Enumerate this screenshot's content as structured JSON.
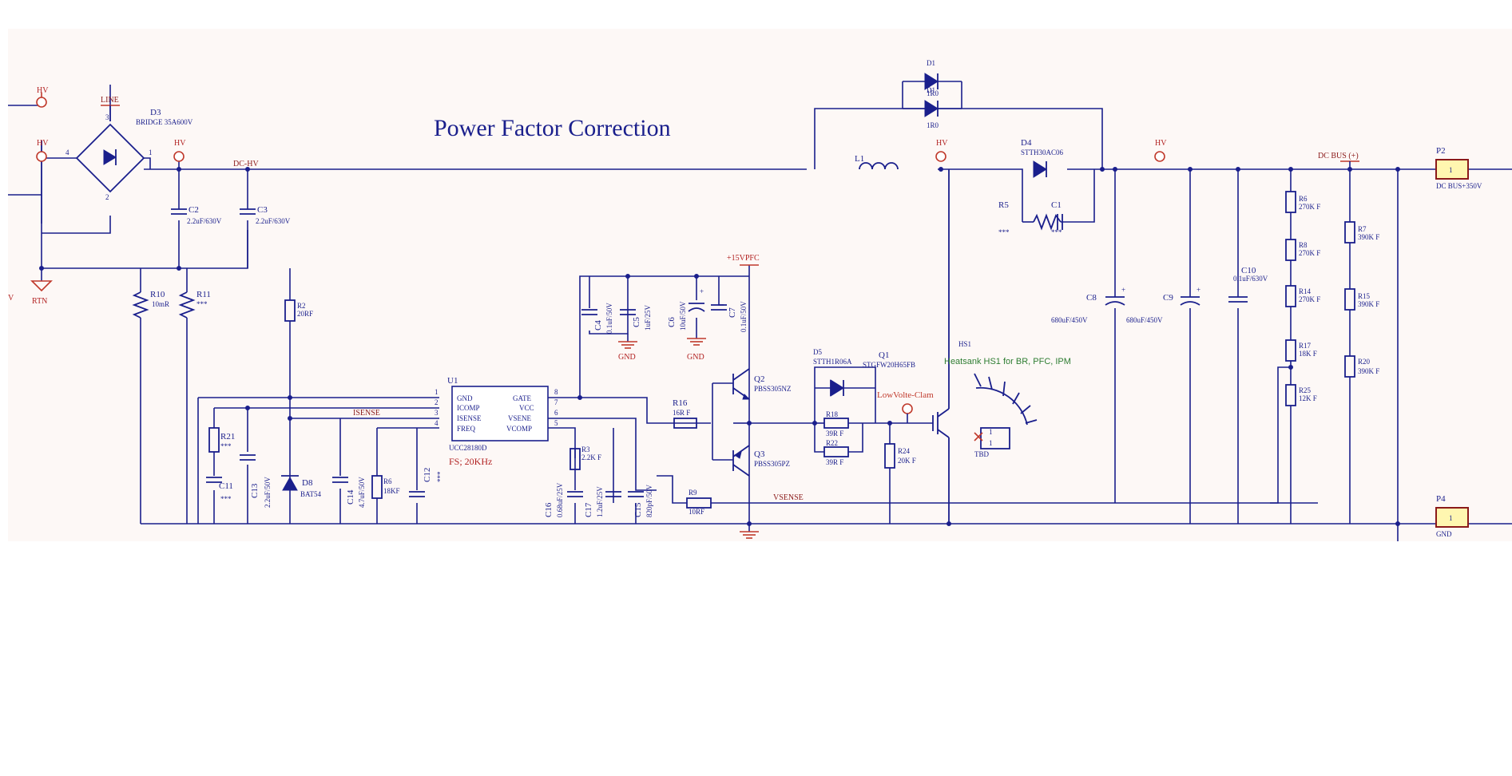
{
  "title": "Power  Factor Correction",
  "nets": {
    "hv": "HV",
    "line": "LINE",
    "rtn": "RTN",
    "dc_hv": "DC-HV",
    "dcbus": "DC BUS (+)",
    "gnd": "GND",
    "p15": "+15VPFC",
    "isense": "ISENSE",
    "vsense": "VSENSE",
    "v_partial": "V"
  },
  "components": {
    "d3": {
      "ref": "D3",
      "value": "BRIDGE 35A600V"
    },
    "c2": {
      "ref": "C2",
      "value": "2.2uF/630V"
    },
    "c3": {
      "ref": "C3",
      "value": "2.2uF/630V"
    },
    "r10": {
      "ref": "R10",
      "value": "10mR"
    },
    "r11": {
      "ref": "R11",
      "value": "***"
    },
    "r2": {
      "ref": "R2",
      "value": "20RF"
    },
    "u1": {
      "ref": "U1",
      "part": "UCC28180D",
      "note": "FS; 20KHz",
      "pins_left": [
        "GND",
        "ICOMP",
        "ISENSE",
        "FREQ"
      ],
      "pins_right": [
        "GATE",
        "VCC",
        "VSENE",
        "VCOMP"
      ],
      "nums_left": [
        "1",
        "2",
        "3",
        "4"
      ],
      "nums_right": [
        "8",
        "7",
        "6",
        "5"
      ]
    },
    "r21": {
      "ref": "R21",
      "value": "***"
    },
    "c11": {
      "ref": "C11",
      "value": "***"
    },
    "c13": {
      "ref": "C13",
      "value": "2.2uF/50V"
    },
    "d8": {
      "ref": "D8",
      "value": "BAT54"
    },
    "c14": {
      "ref": "C14",
      "value": "4.7uF/50V"
    },
    "r6s": {
      "ref": "R6",
      "value": "18KF"
    },
    "c12": {
      "ref": "C12",
      "value": "***"
    },
    "c4": {
      "ref": "C4",
      "value": "0.1uF/50V"
    },
    "c5": {
      "ref": "C5",
      "value": "1uF/25V"
    },
    "c6": {
      "ref": "C6",
      "value": "10uF/50V"
    },
    "c7": {
      "ref": "C7",
      "value": "0.1uF/50V"
    },
    "r3": {
      "ref": "R3",
      "value": "2.2K F"
    },
    "c16": {
      "ref": "C16",
      "value": "0.68uF/25V"
    },
    "c17": {
      "ref": "C17",
      "value": "1.2uF/25V"
    },
    "c15": {
      "ref": "C15",
      "value": "820pF/50V"
    },
    "r9": {
      "ref": "R9",
      "value": "10RF"
    },
    "r16": {
      "ref": "R16",
      "value": "16R F"
    },
    "q2": {
      "ref": "Q2",
      "value": "PBSS305NZ"
    },
    "q3": {
      "ref": "Q3",
      "value": "PBSS305PZ"
    },
    "d5": {
      "ref": "D5",
      "value": "STTH1R06A"
    },
    "q1": {
      "ref": "Q1",
      "value": "STGFW20H65FB"
    },
    "r18": {
      "ref": "R18",
      "value": "39R F"
    },
    "r22": {
      "ref": "R22",
      "value": "39R F"
    },
    "r24": {
      "ref": "R24",
      "value": "20K F"
    },
    "lowvolt": "LowVolte-Clam",
    "hs1": {
      "ref": "HS1",
      "note": "Heatsank HS1 for BR, PFC, IPM",
      "tbd": "TBD"
    },
    "l1": {
      "ref": "L1"
    },
    "d1": {
      "ref": "D1",
      "value": "1R0"
    },
    "d1b": {
      "ref": "D1",
      "value": "1R0"
    },
    "d4": {
      "ref": "D4",
      "value": "STTH30AC06"
    },
    "r5": {
      "ref": "R5",
      "value": "***"
    },
    "c1": {
      "ref": "C1",
      "value": "***"
    },
    "c8": {
      "ref": "C8",
      "value": "680uF/450V"
    },
    "c9": {
      "ref": "C9",
      "value": "680uF/450V"
    },
    "c10": {
      "ref": "C10",
      "value": "0.1uF/630V"
    },
    "r6": {
      "ref": "R6",
      "value": "270K F"
    },
    "r8": {
      "ref": "R8",
      "value": "270K F"
    },
    "r14": {
      "ref": "R14",
      "value": "270K F"
    },
    "r17": {
      "ref": "R17",
      "value": "18K F"
    },
    "r25": {
      "ref": "R25",
      "value": "12K F"
    },
    "r7": {
      "ref": "R7",
      "value": "390K F"
    },
    "r15": {
      "ref": "R15",
      "value": "390K F"
    },
    "r20": {
      "ref": "R20",
      "value": "390K F"
    },
    "p2": {
      "ref": "P2",
      "value": "DC BUS+350V",
      "pin": "1"
    },
    "p4": {
      "ref": "P4",
      "value": "GND",
      "pin": "1"
    }
  },
  "pin_nums": {
    "one": "1",
    "two": "2",
    "three": "3",
    "four": "4"
  }
}
